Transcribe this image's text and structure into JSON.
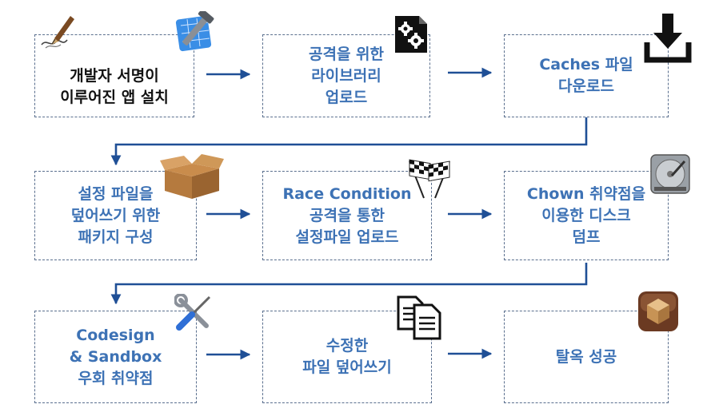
{
  "colors": {
    "accent_text": "#3d72b5",
    "dark_text": "#111111",
    "arrow": "#1f4f96",
    "dash_border": "#5a6f8e"
  },
  "steps": [
    {
      "label": "개발자 서명이\n이루어진 앱 설치",
      "icons": [
        "pen-signature-icon",
        "xcode-icon"
      ]
    },
    {
      "label": "공격을 위한\n라이브러리\n업로드",
      "icons": [
        "gear-file-icon"
      ]
    },
    {
      "label": "Caches 파일\n다운로드",
      "icons": [
        "download-icon"
      ]
    },
    {
      "label": "설정 파일을\n덮어쓰기 위한\n패키지 구성",
      "icons": [
        "package-box-icon"
      ]
    },
    {
      "label": "Race Condition\n공격을 통한\n설정파일 업로드",
      "icons": [
        "race-flags-icon"
      ]
    },
    {
      "label": "Chown 취약점을\n이용한 디스크\n덤프",
      "icons": [
        "hard-disk-icon"
      ]
    },
    {
      "label": "Codesign\n& Sandbox\n우회 취약점",
      "icons": [
        "wrench-screwdriver-icon"
      ]
    },
    {
      "label": "수정한\n파일 덮어쓰기",
      "icons": [
        "copy-documents-icon"
      ]
    },
    {
      "label": "탈옥 성공",
      "icons": [
        "cydia-icon"
      ]
    }
  ]
}
